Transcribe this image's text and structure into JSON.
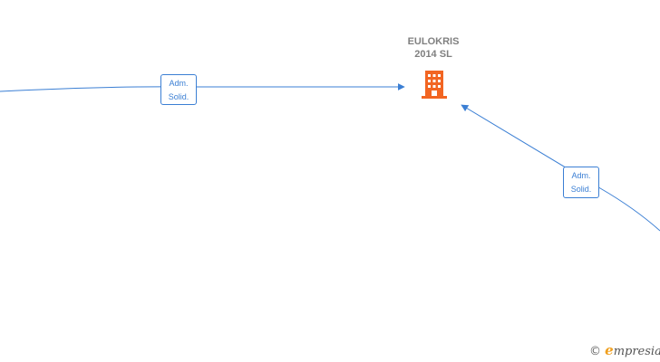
{
  "company": {
    "name_line1": "EULOKRIS",
    "name_line2": "2014  SL",
    "icon": "building-icon",
    "icon_color": "#f26522"
  },
  "edges": [
    {
      "label_line1": "Adm.",
      "label_line2": "Solid."
    },
    {
      "label_line1": "Adm.",
      "label_line2": "Solid."
    }
  ],
  "colors": {
    "edge": "#3b7fd4",
    "label_text": "#808080"
  },
  "watermark": {
    "copyright_symbol": "©",
    "brand_initial": "e",
    "brand_rest": "mpresia"
  }
}
